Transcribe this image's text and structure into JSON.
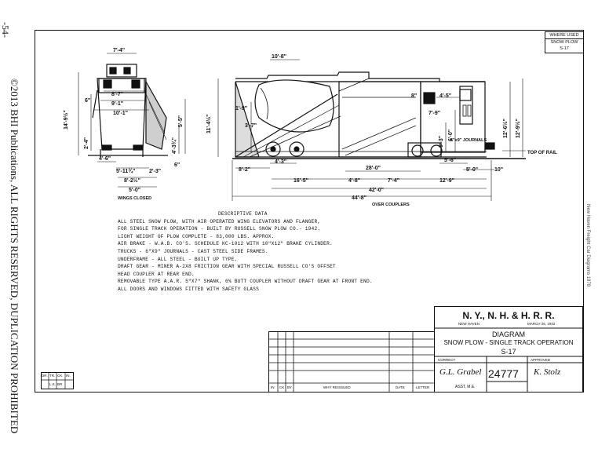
{
  "sidebar": {
    "page_number": "-54-",
    "copyright": "©2013 BHI Publications, ALL RIGHTS RESERVED, DUPLICATION PROHIBITED"
  },
  "side_note": "New Haven    Freight Car Diagrams 1978",
  "where_used": {
    "label": "WHERE USED",
    "value1": "SNOW PLOW",
    "value2": "S-17"
  },
  "dimensions": {
    "top_width": "7'-4\"",
    "roof_width": "10'-8\"",
    "height_14_9": "14'-9½\"",
    "height_11_4": "11'-4½\"",
    "width_8_7": "8'-7\"",
    "width_9_1": "9'-1\"",
    "width_10_1": "10'-1\"",
    "dim_6": "6\"",
    "dim_2_4": "2'-4\"",
    "dim_5_5": "5'-5\"",
    "dim_4_3a": "4'-3¾\"",
    "dim_6b": "6\"",
    "dim_4_6": "4'-6\"",
    "dim_5_11": "5'-11¾\"",
    "dim_2_3": "2'-3\"",
    "dim_8_2": "8'-2½\"",
    "dim_5_0": "5'-0\"",
    "wings_closed": "WINGS CLOSED",
    "dim_1_9": "1'-9\"",
    "dim_3_7": "3'-7\"",
    "dim_8_2b": "8'-2\"",
    "dim_4_3b": "4'-3\"",
    "dim_16_5": "16'-5\"",
    "dim_4_8": "4'-8\"",
    "dim_28_0": "28'-0\"",
    "dim_7_4": "7'-4\"",
    "dim_12_9": "12'-9\"",
    "dim_42_0": "42'-0\"",
    "dim_44_8": "44'-8\"",
    "over_couplers": "OVER COUPLERS",
    "dim_8b": "8\"",
    "dim_4_5": "4'-5\"",
    "dim_7_9": "7'-9\"",
    "dim_6_0": "6'-0\"",
    "dim_9_3": "9'-3\"",
    "journals": "6\"x9\" JOURNALS",
    "dim_5_6": "5'-6\"",
    "dim_5_0b": "5'-0\"",
    "dim_10": "10\"",
    "dim_12_6": "12'-6½\"",
    "dim_12_9b": "12'-9½\"",
    "top_of_rail": "TOP OF RAIL"
  },
  "description": {
    "heading": "DESCRIPTIVE DATA",
    "lines": [
      "ALL STEEL SNOW PLOW, WITH AIR OPERATED WING ELEVATORS AND FLANGER,",
      "  FOR SINGLE TRACK OPERATION - BUILT BY RUSSELL SNOW PLOW CO.- 1942.",
      "LIGHT WEIGHT OF PLOW COMPLETE - 83,000 LBS. APPROX.",
      "AIR BRAKE - W.A.B. CO'S. SCHEDULE KC-1012 WITH 10\"X12\" BRAKE CYLINDER.",
      "TRUCKS - 6\"X9\" JOURNALS - CAST STEEL SIDE FRAMES.",
      "UNDERFRAME - ALL STEEL - BUILT UP TYPE.",
      "DRAFT GEAR - MINER A-2X8 FRICTION GEAR WITH SPECIAL RUSSELL CO'S OFFSET",
      "  HEAD COUPLER AT REAR END.",
      "REMOVABLE TYPE A.A.R. 5\"X7\" SHANK, 6⅝ BUTT COUPLER WITHOUT DRAFT GEAR AT FRONT END.",
      "ALL DOORS AND WINDOWS FITTED WITH SAFETY GLASS"
    ]
  },
  "title_block": {
    "railroad": "N. Y., N. H. & H. R. R.",
    "location": "NEW HAVEN",
    "date": "MARCH 26, 1942",
    "diagram": "DIAGRAM",
    "subject": "SNOW PLOW - SINGLE TRACK OPERATION",
    "class": "S-17",
    "correct_label": "CORRECT",
    "approved_label": "APPROVED",
    "drawing_number": "24777",
    "engineer": "ASST. M.E.",
    "signature1": "G.L. Grabel",
    "signature2": "K. Stolz"
  },
  "revision_table": {
    "headers": [
      "IN",
      "CK",
      "BY",
      "WHY REISSUED",
      "DATE",
      "LETTER"
    ]
  },
  "small_table": {
    "row1": [
      "DR.",
      "TR.",
      "CK.",
      "IN."
    ],
    "row2": [
      "",
      "L.K.",
      "BR",
      ""
    ]
  }
}
